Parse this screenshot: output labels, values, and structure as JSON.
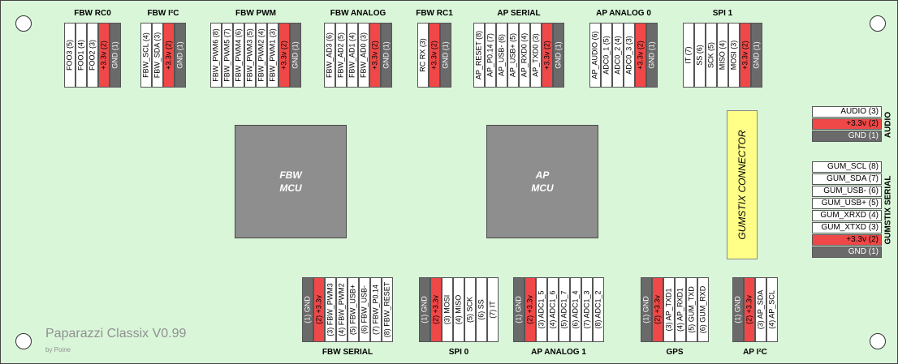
{
  "colors": {
    "board": "#d9f6d9",
    "power": "#f04848",
    "ground": "#6a6a6a",
    "signal": "#ffffff",
    "connector": "#ffff88",
    "mcu": "#8e8e8e"
  },
  "mcus": [
    {
      "line1": "FBW",
      "line2": "MCU"
    },
    {
      "line1": "AP",
      "line2": "MCU"
    }
  ],
  "gumstix_label": "GUMSTIX CONNECTOR",
  "brand": "Paparazzi Classix V0.99",
  "byline": "by Poine",
  "top_connectors": [
    {
      "title": "FBW RC0",
      "pins": [
        {
          "l": "FOO3 (5)",
          "t": "n"
        },
        {
          "l": "FOO1 (4)",
          "t": "n"
        },
        {
          "l": "FOO2 (3)",
          "t": "n"
        },
        {
          "l": "+3.3v (2)",
          "t": "p"
        },
        {
          "l": "GND (1)",
          "t": "g"
        }
      ]
    },
    {
      "title": "FBW I²C",
      "pins": [
        {
          "l": "FBW_SCL (4)",
          "t": "n"
        },
        {
          "l": "FBW_SDA (3)",
          "t": "n"
        },
        {
          "l": "+3.3v (2)",
          "t": "p"
        },
        {
          "l": "GND (1)",
          "t": "g"
        }
      ]
    },
    {
      "title": "FBW PWM",
      "pins": [
        {
          "l": "FBW_PWM6 (8)",
          "t": "n"
        },
        {
          "l": "FBW_PWM5 (7)",
          "t": "n"
        },
        {
          "l": "FBW_PWM4 (6)",
          "t": "n"
        },
        {
          "l": "FBW_PWM3 (5)",
          "t": "n"
        },
        {
          "l": "FBW_PWM2 (4)",
          "t": "n"
        },
        {
          "l": "FBW_PWM1 (3)",
          "t": "n"
        },
        {
          "l": "+3.3v (2)",
          "t": "p"
        },
        {
          "l": "GND (1)",
          "t": "g"
        }
      ]
    },
    {
      "title": "FBW ANALOG",
      "pins": [
        {
          "l": "FBW_AD3 (6)",
          "t": "n"
        },
        {
          "l": "FBW_AD2 (5)",
          "t": "n"
        },
        {
          "l": "FBW_AD1 (4)",
          "t": "n"
        },
        {
          "l": "FBW_AD0 (3)",
          "t": "n"
        },
        {
          "l": "+3.3v (2)",
          "t": "p"
        },
        {
          "l": "GND (1)",
          "t": "g"
        }
      ]
    },
    {
      "title": "FBW RC1",
      "pins": [
        {
          "l": "RC RX (3)",
          "t": "n"
        },
        {
          "l": "+3.3v (2)",
          "t": "p"
        },
        {
          "l": "GND (1)",
          "t": "g"
        }
      ]
    },
    {
      "title": "AP SERIAL",
      "pins": [
        {
          "l": "AP_RESET (8)",
          "t": "n"
        },
        {
          "l": "AP_P0.14 (7)",
          "t": "n"
        },
        {
          "l": "AP_USB- (6)",
          "t": "n"
        },
        {
          "l": "AP_USB+ (5)",
          "t": "n"
        },
        {
          "l": "AP_RXD0 (4)",
          "t": "n"
        },
        {
          "l": "AP_TXD0 (3)",
          "t": "n"
        },
        {
          "l": "+3.3v (2)",
          "t": "p"
        },
        {
          "l": "GND (1)",
          "t": "g"
        }
      ]
    },
    {
      "title": "AP ANALOG 0",
      "pins": [
        {
          "l": "AP_AUDIO (6)",
          "t": "n"
        },
        {
          "l": "ADC0_1 (5)",
          "t": "n"
        },
        {
          "l": "ADC0_2 (4)",
          "t": "n"
        },
        {
          "l": "ADC0_3 (3)",
          "t": "n"
        },
        {
          "l": "+3.3v (2)",
          "t": "p"
        },
        {
          "l": "GND (1)",
          "t": "g"
        }
      ]
    },
    {
      "title": "SPI 1",
      "pins": [
        {
          "l": "IT (7)",
          "t": "n"
        },
        {
          "l": "SS (6)",
          "t": "n"
        },
        {
          "l": "SCK (5)",
          "t": "n"
        },
        {
          "l": "MISO (4)",
          "t": "n"
        },
        {
          "l": "MOSI (3)",
          "t": "n"
        },
        {
          "l": "+3.3v (2)",
          "t": "p"
        },
        {
          "l": "GND (1)",
          "t": "g"
        }
      ]
    }
  ],
  "bottom_connectors": [
    {
      "title": "FBW SERIAL",
      "pins": [
        {
          "l": "(1) GND",
          "t": "g"
        },
        {
          "l": "(2) +3.3v",
          "t": "p"
        },
        {
          "l": "(3) FBW_PWM3",
          "t": "n"
        },
        {
          "l": "(4) FBW_PWM2",
          "t": "n"
        },
        {
          "l": "(5) FBW_USB+",
          "t": "n"
        },
        {
          "l": "(6) FBW_USB-",
          "t": "n"
        },
        {
          "l": "(7) FBW_P0.14",
          "t": "n"
        },
        {
          "l": "(8) FBW_RESET",
          "t": "n"
        }
      ]
    },
    {
      "title": "SPI 0",
      "pins": [
        {
          "l": "(1) GND",
          "t": "g"
        },
        {
          "l": "(2) +3.3v",
          "t": "p"
        },
        {
          "l": "(3) MOSI",
          "t": "n"
        },
        {
          "l": "(4) MISO",
          "t": "n"
        },
        {
          "l": "(5) SCK",
          "t": "n"
        },
        {
          "l": "(6) SS",
          "t": "n"
        },
        {
          "l": "(7) IT",
          "t": "n"
        }
      ]
    },
    {
      "title": "AP ANALOG 1",
      "pins": [
        {
          "l": "(1) GND",
          "t": "g"
        },
        {
          "l": "(2) +3.3v",
          "t": "p"
        },
        {
          "l": "(3) ADC1_5",
          "t": "n"
        },
        {
          "l": "(4) ADC1_6",
          "t": "n"
        },
        {
          "l": "(5) ADC1_7",
          "t": "n"
        },
        {
          "l": "(6) ADC1_4",
          "t": "n"
        },
        {
          "l": "(7) ADC1_3",
          "t": "n"
        },
        {
          "l": "(8) ADC1_2",
          "t": "n"
        }
      ]
    },
    {
      "title": "GPS",
      "pins": [
        {
          "l": "(1) GND",
          "t": "g"
        },
        {
          "l": "(2) +3.3v",
          "t": "p"
        },
        {
          "l": "(3) AP_TXD1",
          "t": "n"
        },
        {
          "l": "(4) AP_RXD1",
          "t": "n"
        },
        {
          "l": "(5) GUM_TXD",
          "t": "n"
        },
        {
          "l": "(6) GUM_RXD",
          "t": "n"
        }
      ]
    },
    {
      "title": "AP I²C",
      "pins": [
        {
          "l": "(1) GND",
          "t": "g"
        },
        {
          "l": "(2) +3.3v",
          "t": "p"
        },
        {
          "l": "(3) AP_SDA",
          "t": "n"
        },
        {
          "l": "(4) AP_SCL",
          "t": "n"
        }
      ]
    }
  ],
  "right_connectors": [
    {
      "title": "AUDIO",
      "pins": [
        {
          "l": "AUDIO (3)",
          "t": "n"
        },
        {
          "l": "+3.3v (2)",
          "t": "p"
        },
        {
          "l": "GND (1)",
          "t": "g"
        }
      ]
    },
    {
      "title": "GUMSTIX SERIAL",
      "pins": [
        {
          "l": "GUM_SCL (8)",
          "t": "n"
        },
        {
          "l": "GUM_SDA (7)",
          "t": "n"
        },
        {
          "l": "GUM_USB- (6)",
          "t": "n"
        },
        {
          "l": "GUM_USB+ (5)",
          "t": "n"
        },
        {
          "l": "GUM_XRXD (4)",
          "t": "n"
        },
        {
          "l": "GUM_XTXD (3)",
          "t": "n"
        },
        {
          "l": "+3.3v (2)",
          "t": "p"
        },
        {
          "l": "GND (1)",
          "t": "g"
        }
      ]
    }
  ]
}
